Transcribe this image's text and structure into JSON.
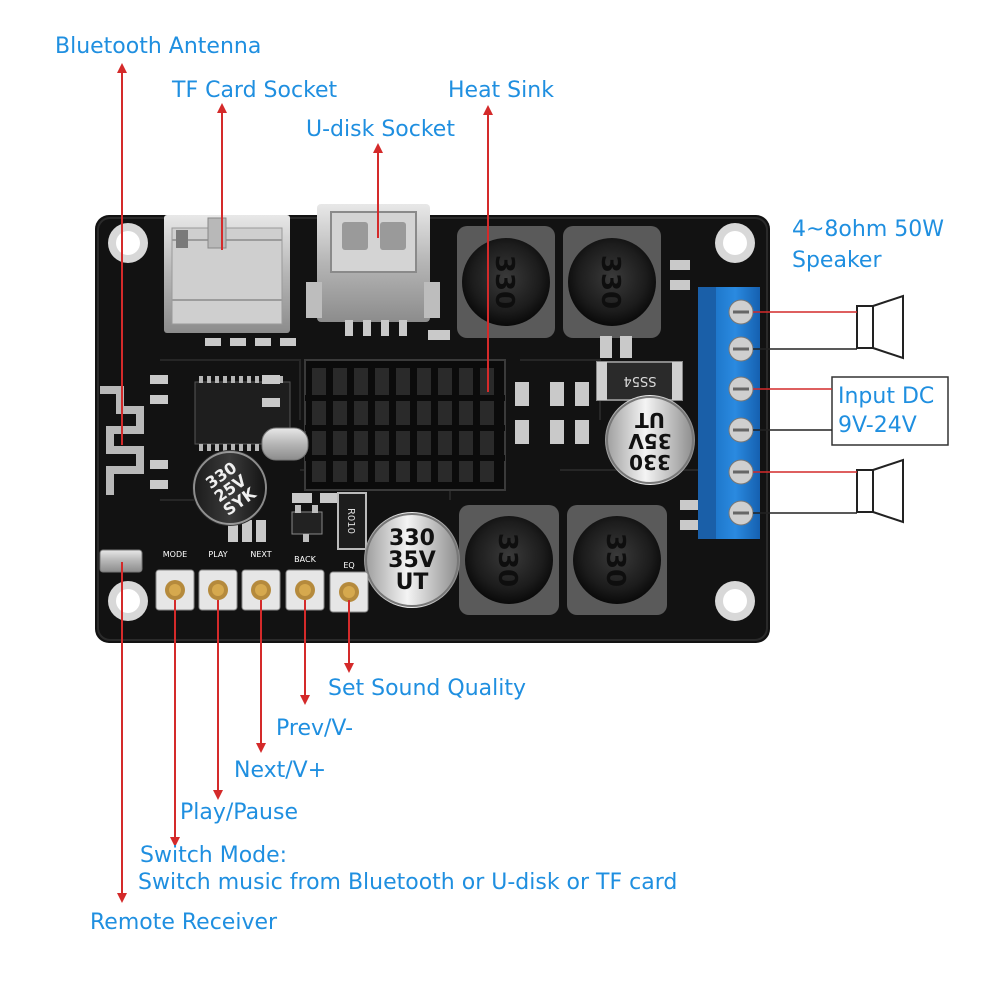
{
  "labels": {
    "bluetooth_antenna": "Bluetooth Antenna",
    "tf_card_socket": "TF Card Socket",
    "udisk_socket": "U-disk Socket",
    "heat_sink": "Heat Sink",
    "speaker_line1": "4~8ohm 50W",
    "speaker_line2": "Speaker",
    "input_dc_line1": "Input DC",
    "input_dc_line2": "9V-24V",
    "set_sound_quality": "Set Sound Quality",
    "prev": "Prev/V-",
    "next": "Next/V+",
    "play_pause": "Play/Pause",
    "switch_mode_line1": "Switch Mode:",
    "switch_mode_line2": "Switch music from Bluetooth or U-disk or TF card",
    "remote_receiver": "Remote Receiver"
  },
  "board": {
    "buttons": [
      "MODE",
      "PLAY",
      "NEXT",
      "BACK",
      "EQ"
    ],
    "inductors": [
      "330",
      "330",
      "330",
      "330"
    ],
    "cap_large": {
      "line1": "330",
      "line2": "35V",
      "line3": "UT"
    },
    "cap_right": {
      "line1": "330",
      "line2": "35V",
      "line3": "UT"
    },
    "cap_left": {
      "line1": "330",
      "line2": "25V",
      "line3": "SYK"
    },
    "diode_label": "SS54",
    "resistor_label": "R010"
  },
  "colors": {
    "label_blue": "#1f8fe0",
    "arrow_red": "#d42a2a",
    "pcb_black": "#121212",
    "terminal_blue": "#1e7fd0"
  }
}
